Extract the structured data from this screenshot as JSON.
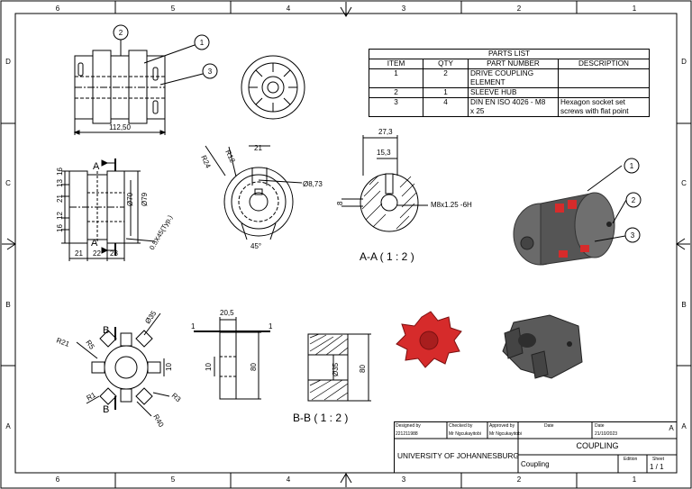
{
  "sheet": {
    "top_zones": [
      "6",
      "5",
      "4",
      "3",
      "2",
      "1"
    ],
    "bottom_zones": [
      "6",
      "5",
      "4",
      "3",
      "2",
      "1"
    ],
    "left_zones": [
      "D",
      "C",
      "B",
      "A"
    ],
    "right_zones": [
      "D",
      "C",
      "B",
      "A"
    ]
  },
  "parts_list": {
    "title": "PARTS LIST",
    "headers": [
      "ITEM",
      "QTY",
      "PART NUMBER",
      "DESCRIPTION"
    ],
    "rows": [
      {
        "item": "1",
        "qty": "2",
        "part_line1": "DRIVE COUPLING",
        "part_line2": "ELEMENT",
        "desc_line1": "",
        "desc_line2": ""
      },
      {
        "item": "2",
        "qty": "1",
        "part_line1": "SLEEVE HUB",
        "part_line2": "",
        "desc_line1": "",
        "desc_line2": ""
      },
      {
        "item": "3",
        "qty": "4",
        "part_line1": "DIN EN ISO 4026 - M8",
        "part_line2": "x 25",
        "desc_line1": "Hexagon socket set",
        "desc_line2": "screws with flat point"
      }
    ]
  },
  "balloons": {
    "b1": "1",
    "b2": "2",
    "b3": "3"
  },
  "dims": {
    "overall_length": "112,50",
    "d13": "13",
    "d16": "16",
    "d12": "12",
    "d21": "21",
    "d70": "Ø70",
    "d79": "Ø79",
    "chamfer": "0.5X45(Typ.)",
    "len21": "21",
    "len22": "22",
    "len23": "23",
    "r24": "R24",
    "r12": "R12",
    "w21": "21",
    "hole": "Ø8,73",
    "angle45": "45°",
    "d27": "27,3",
    "d15": "15,3",
    "d8": "8",
    "thread": "M8x1.25 -6H",
    "r21": "R21",
    "r5": "R5",
    "r35": "Ø35",
    "d10": "10",
    "r1": "R1",
    "r3": "R3",
    "r40": "R40",
    "w205": "20,5",
    "one": "1",
    "d10b": "10",
    "d80": "80",
    "d35b": "Ø35",
    "d80b": "80"
  },
  "section_labels": {
    "a": "A",
    "b": "B",
    "aa": "A-A ( 1 : 2 )",
    "bb": "B-B ( 1 : 2 )"
  },
  "title_block": {
    "designed_by_label": "Designed by",
    "designed_by": "221211988",
    "checked_by_label": "Checked by",
    "checked_by": "Mr Ngcukayitobi",
    "approved_by_label": "Approved by",
    "approved_by": "Mr Ngcukayitobi",
    "date_label": "Date",
    "date_label2": "Date",
    "date": "21/10/2023",
    "university": "UNIVERSITY OF JOHANNESBURG",
    "title": "COUPLING",
    "subtitle": "Coupling",
    "edition_label": "Edition",
    "sheet_label": "Sheet",
    "sheet": "1 / 1"
  },
  "colors": {
    "red_element": "#d62b2b",
    "hub_gray": "#5a5a5a"
  }
}
